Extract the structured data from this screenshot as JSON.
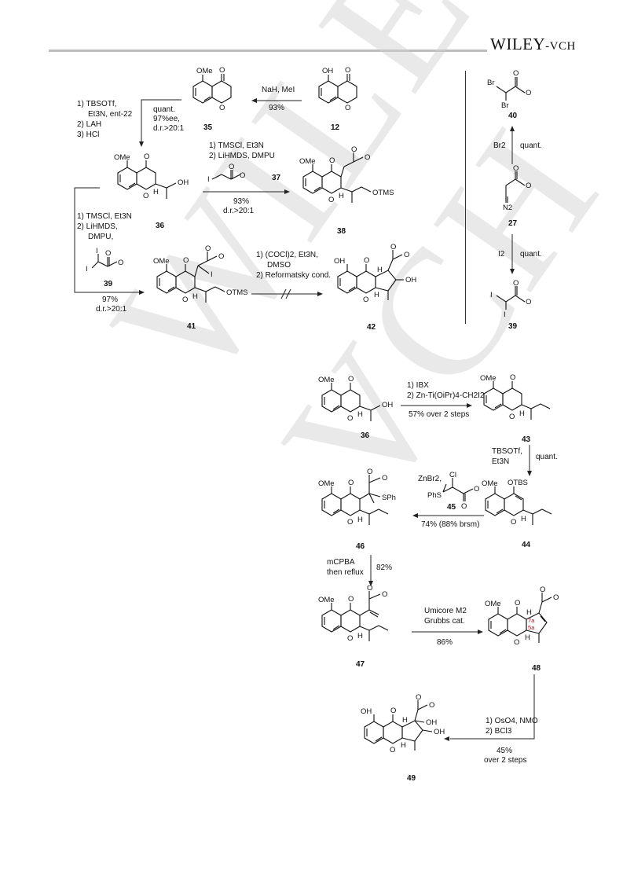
{
  "header": {
    "brand_main": "WILEY",
    "brand_sub": "-VCH"
  },
  "watermark": "WILEY-VCH",
  "scheme_a": {
    "step_12_to_35": {
      "reagent": "NaH, MeI",
      "yield": "93%"
    },
    "step_35_to_36": {
      "reagents": [
        "1) TBSOTf,",
        "Et3N, ent-22",
        "2) LAH",
        "3) HCl"
      ],
      "yield": "quant.",
      "ee": "97%ee,",
      "dr": "d.r.>20:1"
    },
    "step_36_to_38": {
      "reagents": [
        "1) TMSCl, Et3N",
        "2) LiHMDS, DMPU"
      ],
      "yield": "93%",
      "dr": "d.r.>20:1"
    },
    "step_36_to_41": {
      "reagents": [
        "1) TMSCl, Et3N",
        "2) LiHMDS,",
        "DMPU,"
      ],
      "yield": "97%",
      "dr": "d.r.>20:1"
    },
    "step_41_to_42": {
      "reagents": [
        "1) (COCl)2, Et3N,",
        "DMSO",
        "2) Reformatsky cond."
      ]
    },
    "step_27_to_40": {
      "reagent": "Br2",
      "yield": "quant."
    },
    "step_27_to_39": {
      "reagent": "I2",
      "yield": "quant."
    }
  },
  "scheme_b": {
    "step_36_to_43": {
      "reagents": [
        "1) IBX",
        "2) Zn-Ti(OiPr)4-CH2I2"
      ],
      "yield": "57% over 2 steps"
    },
    "step_43_to_44": {
      "reagents": [
        "TBSOTf,",
        "Et3N"
      ],
      "yield": "quant."
    },
    "step_44_to_46": {
      "reagents": [
        "ZnBr2,"
      ],
      "yield": "74% (88% brsm)"
    },
    "step_46_to_47": {
      "reagents": [
        "mCPBA",
        "then reflux"
      ],
      "yield": "82%"
    },
    "step_47_to_48": {
      "reagents": [
        "Umicore M2",
        "Grubbs cat."
      ],
      "yield": "86%"
    },
    "step_48_to_49": {
      "reagents": [
        "1) OsO4, NMO",
        "2) BCl3"
      ],
      "yield": "45%",
      "yield_note": "over 2 steps"
    }
  },
  "compounds": {
    "c12": "12",
    "c35": "35",
    "c36": "36",
    "c37": "37",
    "c38": "38",
    "c39a": "39",
    "c39b": "39",
    "c40": "40",
    "c27": "27",
    "c41": "41",
    "c42": "42",
    "c36b": "36",
    "c43": "43",
    "c44": "44",
    "c45": "45",
    "c46": "46",
    "c47": "47",
    "c48": "48",
    "c49": "49"
  },
  "atom_labels": {
    "OMe": "OMe",
    "OH": "OH",
    "O": "O",
    "H": "H",
    "OTMS": "OTMS",
    "OTBS": "OTBS",
    "I": "I",
    "Br": "Br",
    "N2": "N2",
    "SPh": "SPh",
    "PhS": "PhS",
    "Cl": "Cl",
    "l7a": "7a",
    "l5a": "5a"
  }
}
